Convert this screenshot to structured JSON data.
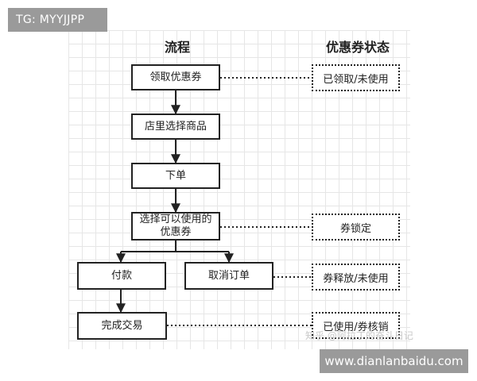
{
  "tag": {
    "label": "TG: MYYJJPP"
  },
  "watermark": {
    "label": "www.dianlanbaidu.com"
  },
  "headers": {
    "flow": "流程",
    "status": "优惠券状态"
  },
  "flow": {
    "receive_coupon": "领取优惠券",
    "select_goods": "店里选择商品",
    "place_order": "下单",
    "choose_coupon": "选择可以使用的\n优惠券",
    "pay": "付款",
    "cancel_order": "取消订单",
    "complete_deal": "完成交易"
  },
  "status": {
    "received_unused": "已领取/未使用",
    "locked": "券锁定",
    "released_unused": "券释放/未使用",
    "used_redeemed": "已使用/券核销"
  },
  "faint_watermark": "知乎 @阿拉丁的奋斗日记"
}
